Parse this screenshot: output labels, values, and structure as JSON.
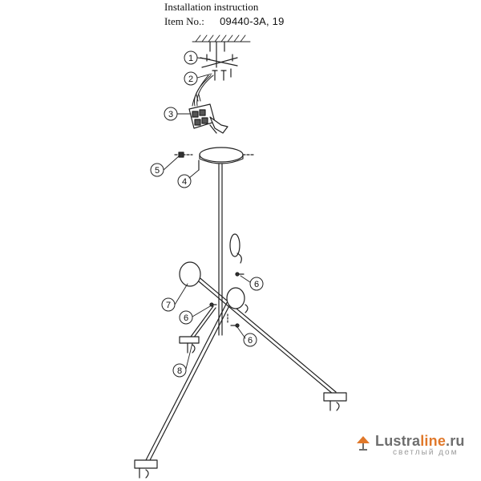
{
  "header": {
    "title": "Installation instruction",
    "item_label": "Item No.:",
    "item_value": "09440-3A, 19"
  },
  "callouts": [
    "1",
    "2",
    "3",
    "4",
    "5",
    "6",
    "6",
    "6",
    "7",
    "8"
  ],
  "watermark": {
    "brand_part1": "Lustra",
    "brand_part2": "line",
    "brand_part3": ".ru",
    "subtitle": "светлый дом",
    "colors": {
      "gray": "#6e6e6e",
      "orange": "#e0782a"
    }
  }
}
